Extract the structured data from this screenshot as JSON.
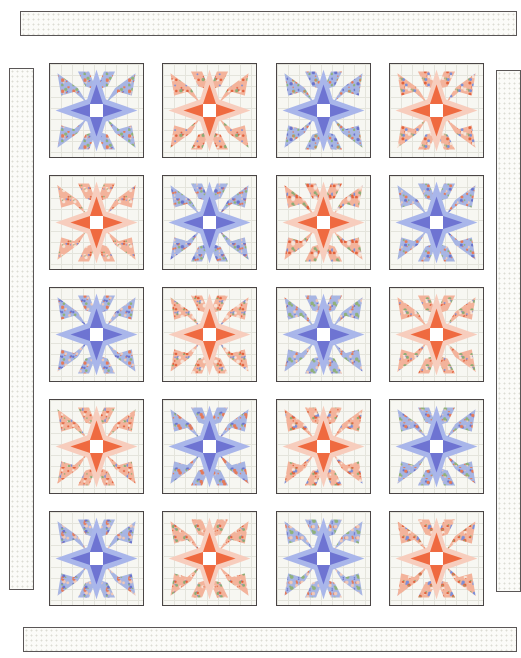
{
  "quilt": {
    "rows": 5,
    "columns": 4,
    "colorways": {
      "blue": {
        "star_outer": "#a9b6ea",
        "star_inner": "#6e74d2",
        "print_background": "#a7b5e3",
        "print_dots": [
          "#e47a5a",
          "#f0c9b8",
          "#6a74cc",
          "#8fb27a"
        ]
      },
      "orange": {
        "star_outer": "#f7cdbd",
        "star_inner": "#ef6a40",
        "print_background": "#f3b39b",
        "print_dots": [
          "#e2623c",
          "#7d8fd6",
          "#f6e3d7",
          "#8cab74"
        ]
      }
    },
    "center_square_color": "#ffffff",
    "block_pattern": [
      [
        "blue",
        "orange",
        "blue",
        "orange"
      ],
      [
        "orange",
        "blue",
        "orange",
        "blue"
      ],
      [
        "blue",
        "orange",
        "blue",
        "orange"
      ],
      [
        "orange",
        "blue",
        "orange",
        "blue"
      ],
      [
        "blue",
        "orange",
        "blue",
        "orange"
      ]
    ]
  }
}
